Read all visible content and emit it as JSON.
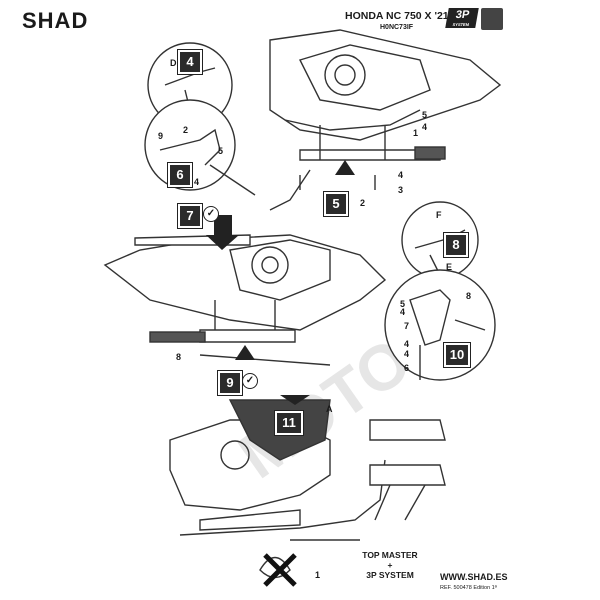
{
  "header": {
    "brand": "SHAD",
    "model": "HONDA NC 750 X '21-",
    "code": "H0NC73IF",
    "badge_3p": "3P",
    "badge_3p_sub": "SYSTEM"
  },
  "steps": [
    "4",
    "6",
    "5",
    "7",
    "8",
    "9",
    "10",
    "11"
  ],
  "labels": {
    "d": "D",
    "f": "F",
    "e": "E",
    "a": "A",
    "n1": "1",
    "n2": "2",
    "n3": "3",
    "n4": "4",
    "n5": "5",
    "n6": "6",
    "n7": "7",
    "n8": "8",
    "n9": "9"
  },
  "footer": {
    "product_line1": "TOP MASTER",
    "product_plus": "+",
    "product_line2": "3P SYSTEM",
    "website": "WWW.SHAD.ES",
    "ref": "REF. 500478 Edition 1ª"
  },
  "watermark": "MOTO"
}
